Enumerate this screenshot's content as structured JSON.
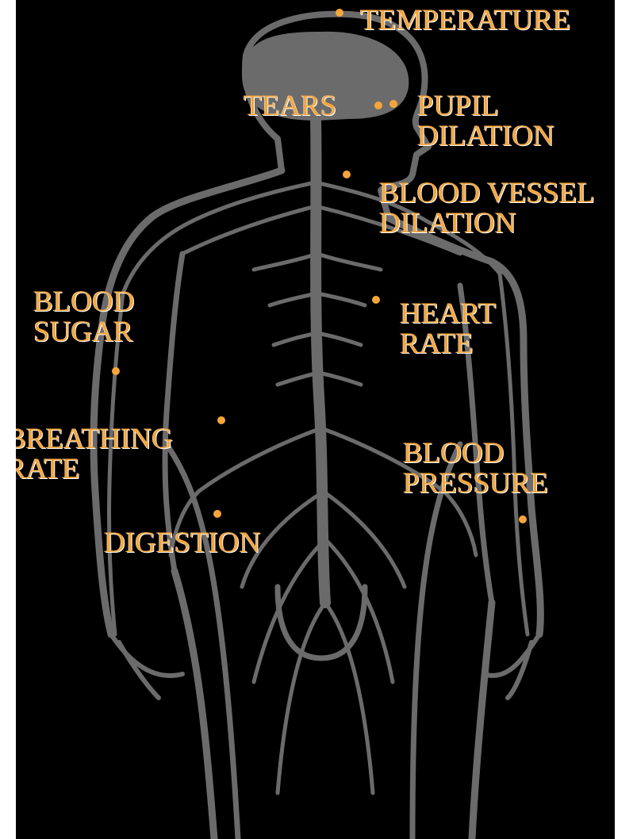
{
  "diagram": {
    "colors": {
      "background": "#000000",
      "figure": "#6b6b6b",
      "label": "#f5a53a"
    },
    "labels": {
      "temperature": "TEMPERATURE",
      "tears": "TEARS",
      "pupil_dilation": [
        "PUPIL",
        "DILATION"
      ],
      "blood_vessel_dilation": [
        "BLOOD VESSEL",
        "DILATION"
      ],
      "blood_sugar": [
        "BLOOD",
        "SUGAR"
      ],
      "heart_rate": [
        "HEART",
        "RATE"
      ],
      "breathing_rate": [
        "BREATHING",
        "RATE"
      ],
      "blood_pressure": [
        "BLOOD",
        "PRESSURE"
      ],
      "digestion": "DIGESTION"
    }
  }
}
